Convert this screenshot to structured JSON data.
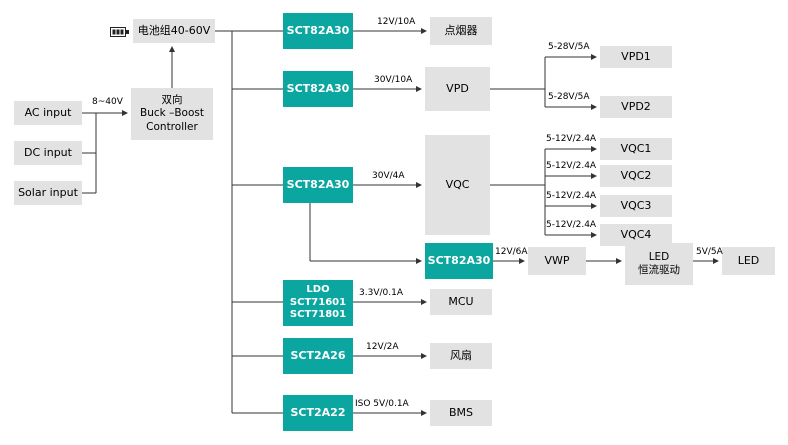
{
  "colors": {
    "teal": "#0ca6a0",
    "box_gray": "#e2e2e2",
    "line": "#333333"
  },
  "nodes": {
    "ac_input": "AC input",
    "dc_input": "DC input",
    "solar_input": "Solar input",
    "battery": "电池组40-60V",
    "controller": "双向\nBuck –Boost\nController",
    "sct_cigar": "SCT82A30",
    "sct_vpd": "SCT82A30",
    "sct_vqc": "SCT82A30",
    "sct_vwp": "SCT82A30",
    "ldo": "LDO\nSCT71601\nSCT71801",
    "sct2a26": "SCT2A26",
    "sct2a22": "SCT2A22",
    "cigar": "点烟器",
    "vpd": "VPD",
    "vqc": "VQC",
    "vwp": "VWP",
    "led_driver": "LED\n恒流驱动",
    "led": "LED",
    "mcu": "MCU",
    "fan": "风扇",
    "bms": "BMS",
    "vpd1": "VPD1",
    "vpd2": "VPD2",
    "vqc1": "VQC1",
    "vqc2": "VQC2",
    "vqc3": "VQC3",
    "vqc4": "VQC4"
  },
  "edges": {
    "input": "8~40V",
    "cigar": "12V/10A",
    "vpd": "30V/10A",
    "vqc": "30V/4A",
    "vwp": "12V/6A",
    "mcu": "3.3V/0.1A",
    "fan": "12V/2A",
    "bms": "ISO 5V/0.1A",
    "vpd1": "5-28V/5A",
    "vpd2": "5-28V/5A",
    "vqc1": "5-12V/2.4A",
    "vqc2": "5-12V/2.4A",
    "vqc3": "5-12V/2.4A",
    "vqc4": "5-12V/2.4A",
    "led": "5V/5A"
  }
}
